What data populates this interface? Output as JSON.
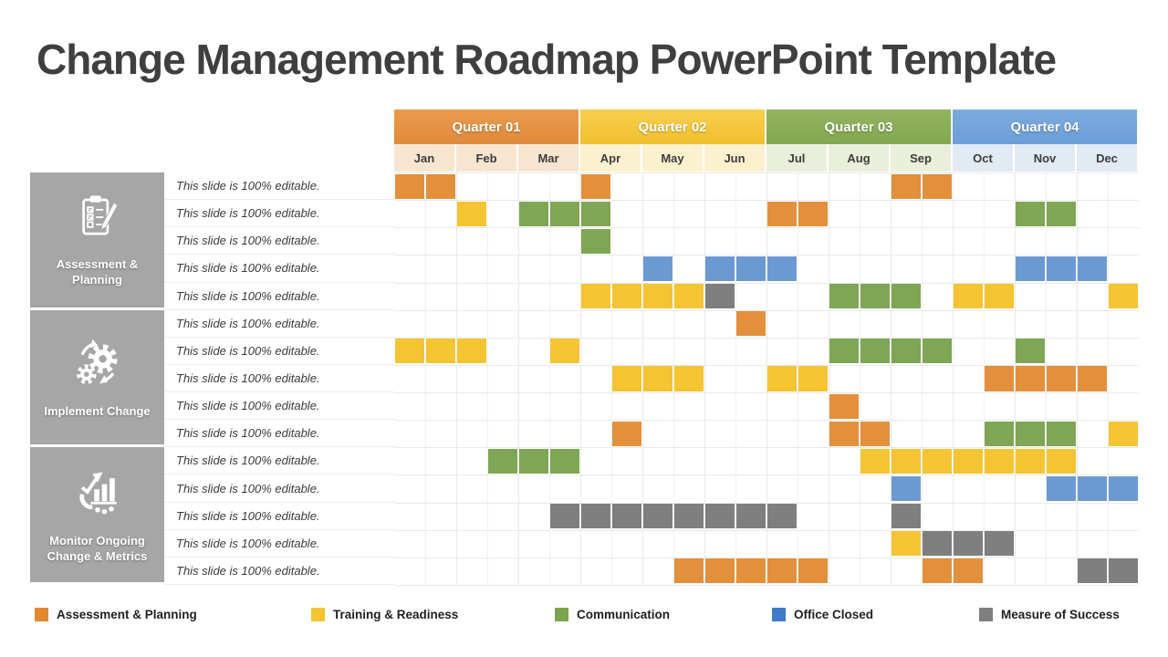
{
  "title": "Change Management Roadmap PowerPoint Template",
  "quarters": [
    {
      "label": "Quarter 01",
      "color": "#E08B3C",
      "color_top": "#EA9A4B",
      "tint": "#F7E5D0",
      "months": [
        "Jan",
        "Feb",
        "Mar"
      ]
    },
    {
      "label": "Quarter 02",
      "color": "#F2C02F",
      "color_top": "#F7CE4E",
      "tint": "#FCF1CF",
      "months": [
        "Apr",
        "May",
        "Jun"
      ]
    },
    {
      "label": "Quarter 03",
      "color": "#84A751",
      "color_top": "#93B460",
      "tint": "#EAEFDB",
      "months": [
        "Jul",
        "Aug",
        "Sep"
      ]
    },
    {
      "label": "Quarter 04",
      "color": "#6D9ED8",
      "color_top": "#7BAADE",
      "tint": "#E2EAF4",
      "months": [
        "Oct",
        "Nov",
        "Dec"
      ]
    }
  ],
  "groups": [
    {
      "label": "Assessment & Planning",
      "icon": "clipboard-checklist-icon"
    },
    {
      "label": "Implement Change",
      "icon": "gears-icon"
    },
    {
      "label": "Monitor Ongoing Change & Metrics",
      "icon": "growth-chart-icon"
    }
  ],
  "row_label": "This slide is 100% editable.",
  "legend": [
    {
      "label": "Assessment & Planning",
      "color": "#E0892F"
    },
    {
      "label": "Training & Readiness",
      "color": "#F5C431"
    },
    {
      "label": "Communication",
      "color": "#7CA34F"
    },
    {
      "label": "Office Closed",
      "color": "#3E7CC7"
    },
    {
      "label": "Measure of Success",
      "color": "#7F7F7F"
    }
  ],
  "chart_data": {
    "type": "bar",
    "subtype": "gantt",
    "unit": "half-month",
    "columns_per_month": 2,
    "months": [
      "Jan",
      "Feb",
      "Mar",
      "Apr",
      "May",
      "Jun",
      "Jul",
      "Aug",
      "Sep",
      "Oct",
      "Nov",
      "Dec"
    ],
    "categories": {
      "assessment": {
        "label": "Assessment & Planning",
        "color": "#E2903B"
      },
      "training": {
        "label": "Training & Readiness",
        "color": "#F5C433"
      },
      "communication": {
        "label": "Communication",
        "color": "#7FA654"
      },
      "office": {
        "label": "Office Closed",
        "color": "#6B9AD3"
      },
      "measure": {
        "label": "Measure of Success",
        "color": "#7F7F7F"
      }
    },
    "rows": [
      {
        "group": 0,
        "label": "This slide is 100% editable.",
        "segments": [
          [
            0,
            1,
            "assessment"
          ],
          [
            6,
            6,
            "assessment"
          ],
          [
            16,
            17,
            "assessment"
          ]
        ]
      },
      {
        "group": 0,
        "label": "This slide is 100% editable.",
        "segments": [
          [
            2,
            2,
            "training"
          ],
          [
            4,
            6,
            "communication"
          ],
          [
            12,
            13,
            "assessment"
          ],
          [
            20,
            21,
            "communication"
          ]
        ]
      },
      {
        "group": 0,
        "label": "This slide is 100% editable.",
        "segments": [
          [
            6,
            6,
            "communication"
          ]
        ]
      },
      {
        "group": 0,
        "label": "This slide is 100% editable.",
        "segments": [
          [
            8,
            8,
            "office"
          ],
          [
            10,
            12,
            "office"
          ],
          [
            20,
            22,
            "office"
          ]
        ]
      },
      {
        "group": 0,
        "label": "This slide is 100% editable.",
        "segments": [
          [
            6,
            9,
            "training"
          ],
          [
            10,
            10,
            "measure"
          ],
          [
            14,
            16,
            "communication"
          ],
          [
            18,
            19,
            "training"
          ],
          [
            23,
            23,
            "training"
          ]
        ]
      },
      {
        "group": 1,
        "label": "This slide is 100% editable.",
        "segments": [
          [
            11,
            11,
            "assessment"
          ]
        ]
      },
      {
        "group": 1,
        "label": "This slide is 100% editable.",
        "segments": [
          [
            0,
            2,
            "training"
          ],
          [
            5,
            5,
            "training"
          ],
          [
            14,
            17,
            "communication"
          ],
          [
            20,
            20,
            "communication"
          ]
        ]
      },
      {
        "group": 1,
        "label": "This slide is 100% editable.",
        "segments": [
          [
            7,
            9,
            "training"
          ],
          [
            12,
            13,
            "training"
          ],
          [
            19,
            22,
            "assessment"
          ]
        ]
      },
      {
        "group": 1,
        "label": "This slide is 100% editable.",
        "segments": [
          [
            14,
            14,
            "assessment"
          ]
        ]
      },
      {
        "group": 1,
        "label": "This slide is 100% editable.",
        "segments": [
          [
            7,
            7,
            "assessment"
          ],
          [
            14,
            15,
            "assessment"
          ],
          [
            19,
            21,
            "communication"
          ],
          [
            23,
            23,
            "training"
          ]
        ]
      },
      {
        "group": 2,
        "label": "This slide is 100% editable.",
        "segments": [
          [
            3,
            5,
            "communication"
          ],
          [
            15,
            21,
            "training"
          ]
        ]
      },
      {
        "group": 2,
        "label": "This slide is 100% editable.",
        "segments": [
          [
            16,
            16,
            "office"
          ],
          [
            21,
            23,
            "office"
          ]
        ]
      },
      {
        "group": 2,
        "label": "This slide is 100% editable.",
        "segments": [
          [
            5,
            12,
            "measure"
          ],
          [
            16,
            16,
            "measure"
          ]
        ]
      },
      {
        "group": 2,
        "label": "This slide is 100% editable.",
        "segments": [
          [
            16,
            16,
            "training"
          ],
          [
            17,
            19,
            "measure"
          ]
        ]
      },
      {
        "group": 2,
        "label": "This slide is 100% editable.",
        "segments": [
          [
            9,
            13,
            "assessment"
          ],
          [
            17,
            18,
            "assessment"
          ],
          [
            22,
            23,
            "measure"
          ]
        ]
      }
    ]
  }
}
